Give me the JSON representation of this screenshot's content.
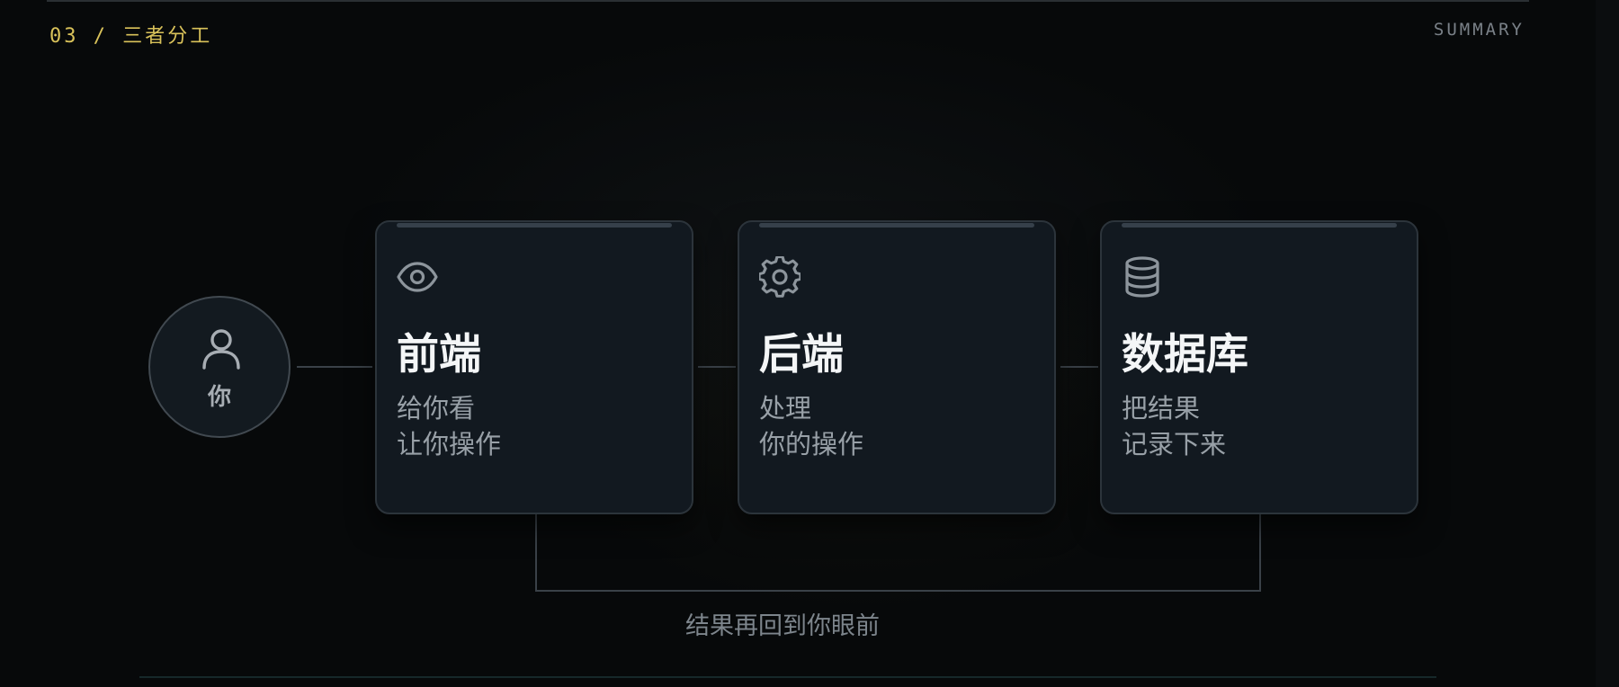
{
  "header": {
    "section": "03 / 三者分工",
    "summary": "SUMMARY"
  },
  "user": {
    "label": "你",
    "icon": "user-icon"
  },
  "cards": [
    {
      "icon": "eye-icon",
      "title": "前端",
      "lines": [
        "给你看",
        "让你操作"
      ]
    },
    {
      "icon": "gear-icon",
      "title": "后端",
      "lines": [
        "处理",
        "你的操作"
      ]
    },
    {
      "icon": "database-icon",
      "title": "数据库",
      "lines": [
        "把结果",
        "记录下来"
      ]
    }
  ],
  "return_path": {
    "label": "结果再回到你眼前"
  },
  "colors": {
    "accent": "#d9c25a",
    "card_bg": "#121920",
    "connector": "#3a4148"
  }
}
